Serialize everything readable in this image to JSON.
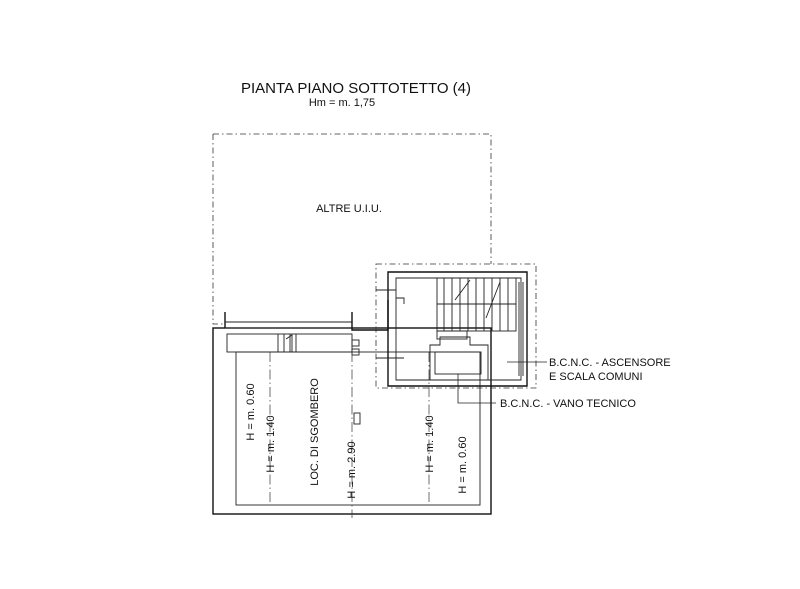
{
  "title": "PIANTA PIANO SOTTOTETTO (4)",
  "subtitle": "Hm = m. 1,75",
  "labels": {
    "altre_uiu": "ALTRE U.I.U.",
    "ascensore_line1": "B.C.N.C. - ASCENSORE",
    "ascensore_line2": "E SCALA COMUNI",
    "vano_tecnico": "B.C.N.C. - VANO TECNICO",
    "locale": "LOC. DI SGOMBERO"
  },
  "heights": {
    "h060_left": "H = m. 0.60",
    "h140_left": "H = m. 1.40",
    "h290": "H = m. 2.90",
    "h140_right": "H = m. 1.40",
    "h060_right": "H = m. 0.60"
  },
  "colors": {
    "ink": "#111111",
    "background": "#ffffff"
  }
}
